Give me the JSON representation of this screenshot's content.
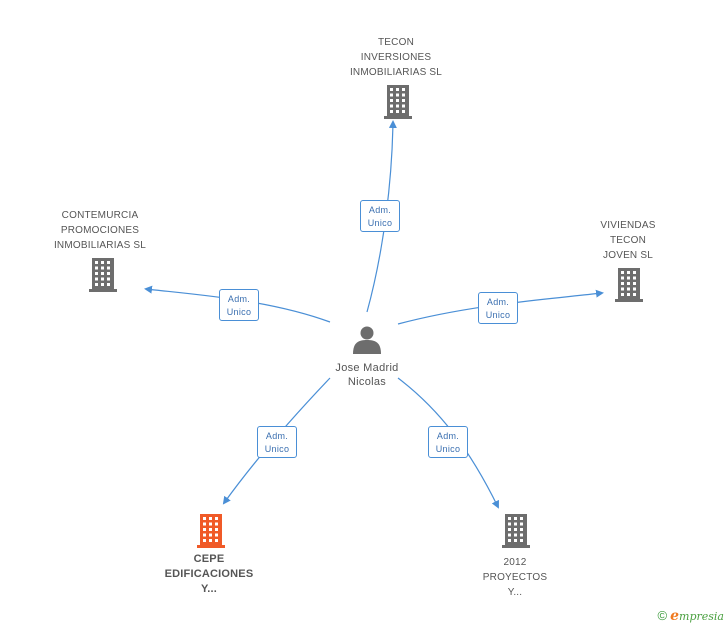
{
  "colors": {
    "edge": "#4a8fd6",
    "building": "#6d6d6d",
    "building_highlight": "#f05a28",
    "person": "#6d6d6d"
  },
  "center": {
    "name_lines": [
      "Jose Madrid",
      "Nicolas"
    ],
    "icon": "person-icon"
  },
  "companies": [
    {
      "id": "tecon-inversiones",
      "lines": [
        "TECON",
        "INVERSIONES",
        "INMOBILIARIAS SL"
      ],
      "icon": "building-icon",
      "highlight": false
    },
    {
      "id": "contemurcia",
      "lines": [
        "CONTEMURCIA",
        "PROMOCIONES",
        "INMOBILIARIAS SL"
      ],
      "icon": "building-icon",
      "highlight": false
    },
    {
      "id": "viviendas-tecon",
      "lines": [
        "VIVIENDAS",
        "TECON",
        "JOVEN  SL"
      ],
      "icon": "building-icon",
      "highlight": false
    },
    {
      "id": "cepe",
      "lines": [
        "CEPE",
        "EDIFICACIONES",
        "Y..."
      ],
      "icon": "building-icon",
      "highlight": true
    },
    {
      "id": "proyectos-2012",
      "lines": [
        "2012",
        "PROYECTOS",
        "Y..."
      ],
      "icon": "building-icon",
      "highlight": false
    }
  ],
  "relations": [
    {
      "to": "tecon-inversiones",
      "role_lines": [
        "Adm.",
        "Unico"
      ]
    },
    {
      "to": "contemurcia",
      "role_lines": [
        "Adm.",
        "Unico"
      ]
    },
    {
      "to": "viviendas-tecon",
      "role_lines": [
        "Adm.",
        "Unico"
      ]
    },
    {
      "to": "cepe",
      "role_lines": [
        "Adm.",
        "Unico"
      ]
    },
    {
      "to": "proyectos-2012",
      "role_lines": [
        "Adm.",
        "Unico"
      ]
    }
  ],
  "brand": {
    "copyright": "©",
    "e": "e",
    "rest": "mpresia"
  }
}
